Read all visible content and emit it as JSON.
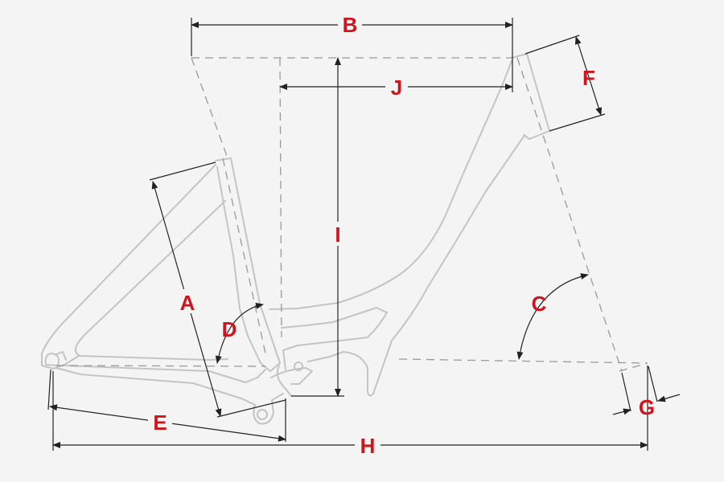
{
  "labels": {
    "A": "A",
    "B": "B",
    "C": "C",
    "D": "D",
    "E": "E",
    "F": "F",
    "G": "G",
    "H": "H",
    "I": "I",
    "J": "J"
  },
  "colors": {
    "background": "#f4f4f4",
    "frame": "#c4c4c4",
    "guide": "#9a9a9a",
    "dimension": "#222222",
    "label": "#d0141c"
  }
}
